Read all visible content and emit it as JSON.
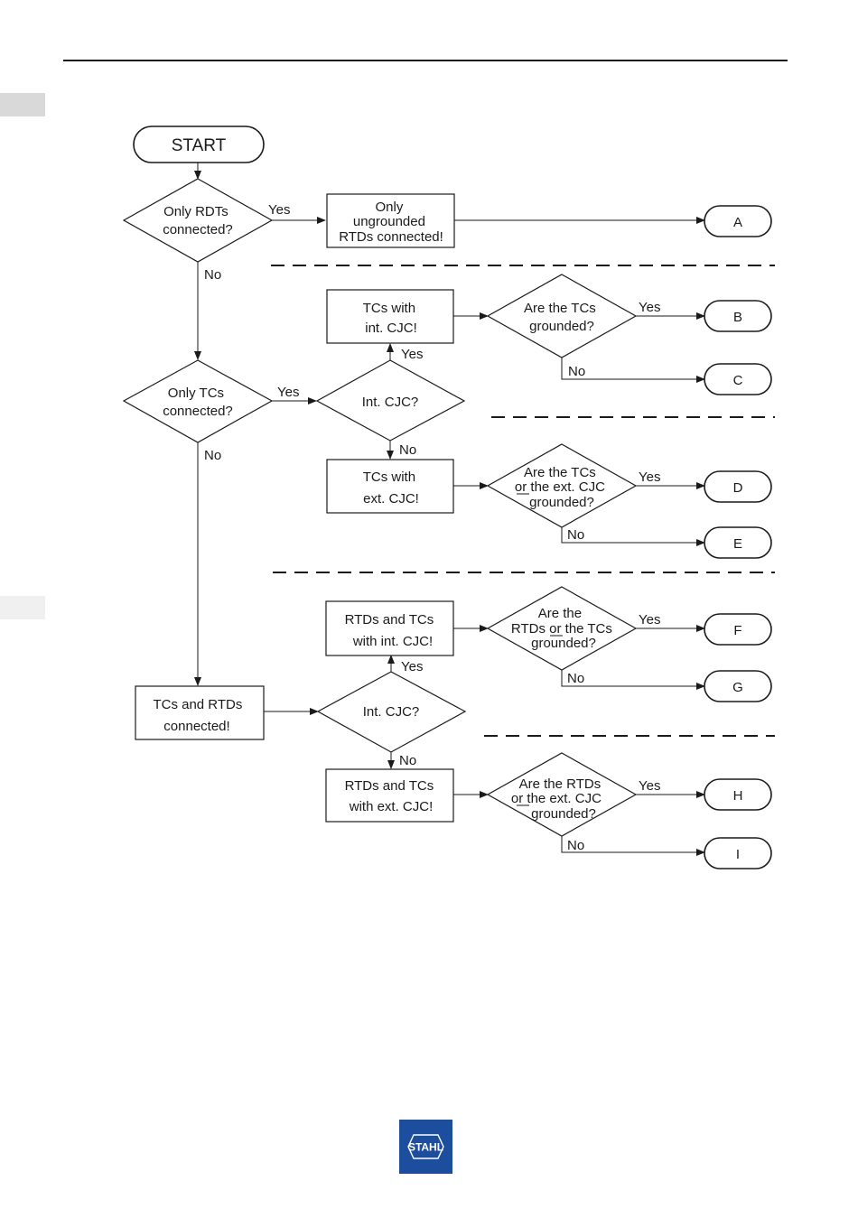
{
  "start": {
    "label": "START"
  },
  "decisions": {
    "only_rdts": [
      "Only RDTs",
      "connected?"
    ],
    "only_tcs": [
      "Only TCs",
      "connected?"
    ],
    "int_cjc_1": [
      "Int. CJC?"
    ],
    "int_cjc_2": [
      "Int. CJC?"
    ],
    "tcs_grounded": [
      "Are the TCs",
      "grounded?"
    ],
    "tcs_or_ext_grounded": [
      "Are the TCs",
      "or the ext. CJC",
      "grounded?"
    ],
    "rtds_or_tcs_grounded": [
      "Are the",
      "RTDs or the TCs",
      "grounded?"
    ],
    "rtds_or_ext_grounded": [
      "Are the RTDs",
      "or the ext. CJC",
      "grounded?"
    ]
  },
  "processes": {
    "only_ungrounded": [
      "Only",
      "ungrounded",
      "RTDs connected!"
    ],
    "tcs_int_cjc": [
      "TCs with",
      "int. CJC!"
    ],
    "tcs_ext_cjc": [
      "TCs with",
      "ext. CJC!"
    ],
    "rtds_tcs_int": [
      "RTDs and TCs",
      "with int. CJC!"
    ],
    "tcs_and_rtds": [
      "TCs and RTDs",
      "connected!"
    ],
    "rtds_tcs_ext": [
      "RTDs and TCs",
      "with ext. CJC!"
    ]
  },
  "terminals": [
    "A",
    "B",
    "C",
    "D",
    "E",
    "F",
    "G",
    "H",
    "I"
  ],
  "edge_labels": {
    "yes": "Yes",
    "no": "No"
  },
  "logo": {
    "text": "STAHL",
    "color": "#1d4e9e"
  },
  "colors": {
    "line": "#1a1a1a",
    "tab": "#d9d9d9"
  }
}
